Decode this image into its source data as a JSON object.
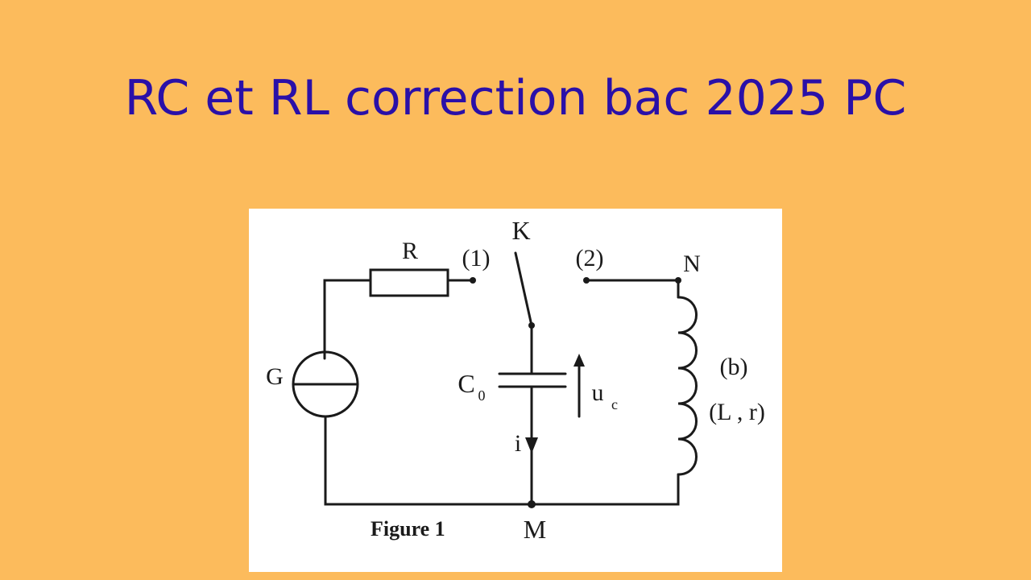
{
  "title": "RC et RL correction bac 2025 PC",
  "circuit": {
    "labels": {
      "R": "R",
      "pos1": "(1)",
      "K": "K",
      "pos2": "(2)",
      "N": "N",
      "G": "G",
      "C": "C",
      "C_sub": "0",
      "u": "u",
      "u_sub": "c",
      "i": "i",
      "b": "(b)",
      "Lr": "(L , r)",
      "M": "M",
      "figure": "Figure 1"
    }
  }
}
